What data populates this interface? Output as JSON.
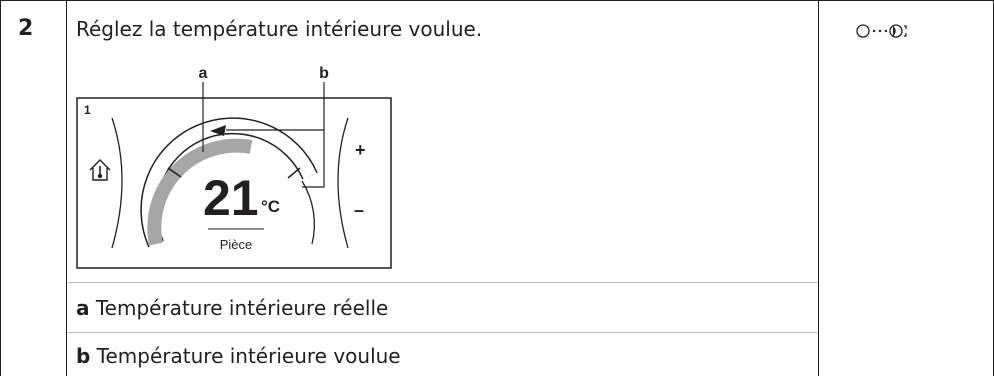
{
  "step": {
    "number": "2",
    "instruction": "Réglez la température intérieure voulue."
  },
  "diagram": {
    "callout_a": "a",
    "callout_b": "b",
    "screen_index": "1",
    "temperature_value": "21",
    "temperature_unit": "°C",
    "zone_label": "Pièce",
    "plus_label": "+",
    "minus_label": "–"
  },
  "legend": {
    "items": [
      {
        "key": "a",
        "text": " Température intérieure réelle"
      },
      {
        "key": "b",
        "text": " Température intérieure voulue"
      }
    ]
  },
  "icons": {
    "action_icon": "turn-dial-icon",
    "home_icon": "house-thermometer-icon"
  }
}
